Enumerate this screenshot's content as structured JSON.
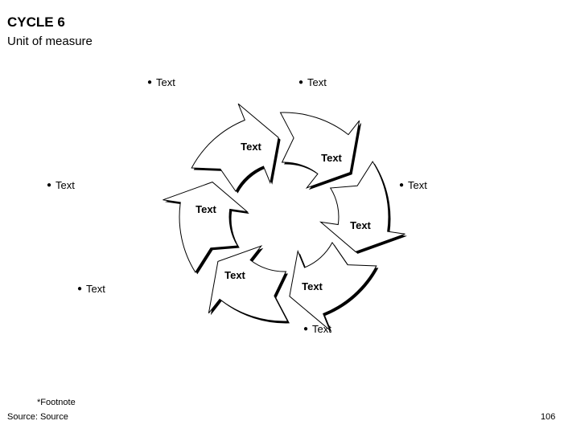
{
  "header": {
    "title": "CYCLE 6",
    "subtitle": "Unit of measure"
  },
  "bullets": [
    {
      "text": "Text"
    },
    {
      "text": "Text"
    },
    {
      "text": "Text"
    },
    {
      "text": "Text"
    },
    {
      "text": "Text"
    },
    {
      "text": "Text"
    }
  ],
  "segments": [
    {
      "label": "Text"
    },
    {
      "label": "Text"
    },
    {
      "label": "Text"
    },
    {
      "label": "Text"
    },
    {
      "label": "Text"
    },
    {
      "label": "Text"
    }
  ],
  "footer": {
    "footnote": "*Footnote",
    "source": "Source: Source",
    "page": "106"
  }
}
